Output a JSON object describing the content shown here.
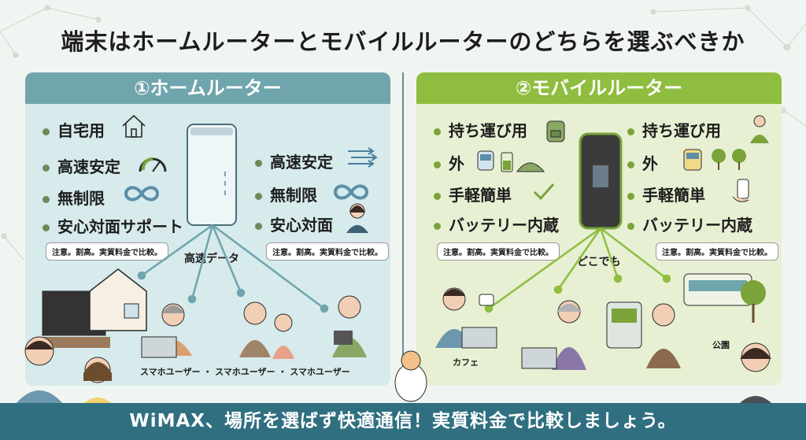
{
  "title": "端末はホームルーターとモバイルルーターのどちらを選ぶべきか",
  "left_panel": {
    "header": "①ホームルーター",
    "features_left": [
      "自宅用",
      "高速安定",
      "無制限",
      "安心対面サポート"
    ],
    "features_right": [
      "高速安定",
      "無制限",
      "安心対面"
    ],
    "note_left": "注意。割高。実質料金で比較。",
    "note_right": "注意。割高。実質料金で比較。",
    "data_label": "高速データ",
    "users_label": "スマホユーザー ・ スマホユーザー ・ スマホユーザー"
  },
  "right_panel": {
    "header": "②モバイルルーター",
    "features_left": [
      "持ち運び用",
      "外",
      "手軽簡単",
      "バッテリー内蔵"
    ],
    "features_right": [
      "持ち運び用",
      "外",
      "手軽簡単",
      "バッテリー内蔵"
    ],
    "note_left": "注意。割高。実質料金で比較。",
    "note_right": "注意。割高。実質料金で比較。",
    "anywhere_label": "どこでも",
    "cafe_label": "カフェ",
    "park_label": "公園"
  },
  "banner": "WiMAX、場所を選ばず快適通信！実質料金で比較しましょう。",
  "colors": {
    "home_accent": "#6fa5ad",
    "mobile_accent": "#8fbd3f",
    "banner": "#2f6f80"
  },
  "icons": [
    "house-icon",
    "speedometer-icon",
    "infinity-icon",
    "arrows-icon",
    "woman-support-icon",
    "backpack-icon",
    "train-icon",
    "battery-icon",
    "checkmark-icon",
    "hiker-icon",
    "trees-icon",
    "phone-hand-icon"
  ]
}
